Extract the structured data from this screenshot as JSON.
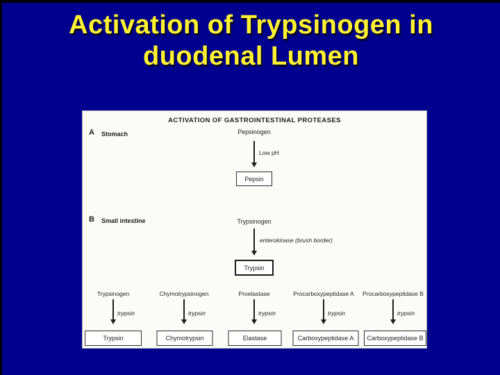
{
  "slide": {
    "title_line1": "Activation of Trypsinogen in",
    "title_line2": "duodenal Lumen",
    "colors": {
      "background": "#00008E",
      "title": "#FFF230",
      "panel": "#FBFBF8",
      "ink": "#1C1C1C"
    }
  },
  "diagram": {
    "title": "ACTIVATION OF GASTROINTESTINAL PROTEASES",
    "sectionA": {
      "label": "A",
      "name": "Stomach",
      "precursor": "Pepsinogen",
      "arrow_label": "Low pH",
      "product": "Pepsin"
    },
    "sectionB": {
      "label": "B",
      "name": "Small intestine",
      "precursor": "Trypsinogen",
      "arrow_label": "enterokinase (brush border)",
      "product": "Trypsin",
      "columns": [
        {
          "precursor": "Trypsinogen",
          "enzyme": "trypsin",
          "product": "Trypsin"
        },
        {
          "precursor": "Chymotrypsinogen",
          "enzyme": "trypsin",
          "product": "Chymotrypsin"
        },
        {
          "precursor": "Proelastase",
          "enzyme": "trypsin",
          "product": "Elastase"
        },
        {
          "precursor": "Procarboxypeptidase A",
          "enzyme": "trypsin",
          "product": "Carboxypeptidase A"
        },
        {
          "precursor": "Procarboxypeptidase B",
          "enzyme": "trypsin",
          "product": "Carboxypeptidase B"
        }
      ]
    }
  }
}
